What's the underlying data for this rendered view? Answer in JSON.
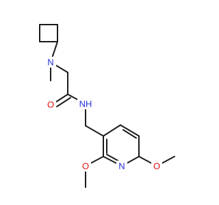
{
  "molecule": {
    "atoms": {
      "n_amine": {
        "label": "N",
        "color": "#1f2fd6"
      },
      "o_carbonyl": {
        "label": "O",
        "color": "#e01010"
      },
      "nh_amide": {
        "label": "NH",
        "color": "#1f2fd6"
      },
      "n_pyridine": {
        "label": "N",
        "color": "#1f2fd6"
      },
      "o_methoxy_left": {
        "label": "O",
        "color": "#e01010"
      },
      "o_methoxy_right": {
        "label": "O",
        "color": "#e01010"
      }
    },
    "bond_color": "#1a1a1a"
  }
}
